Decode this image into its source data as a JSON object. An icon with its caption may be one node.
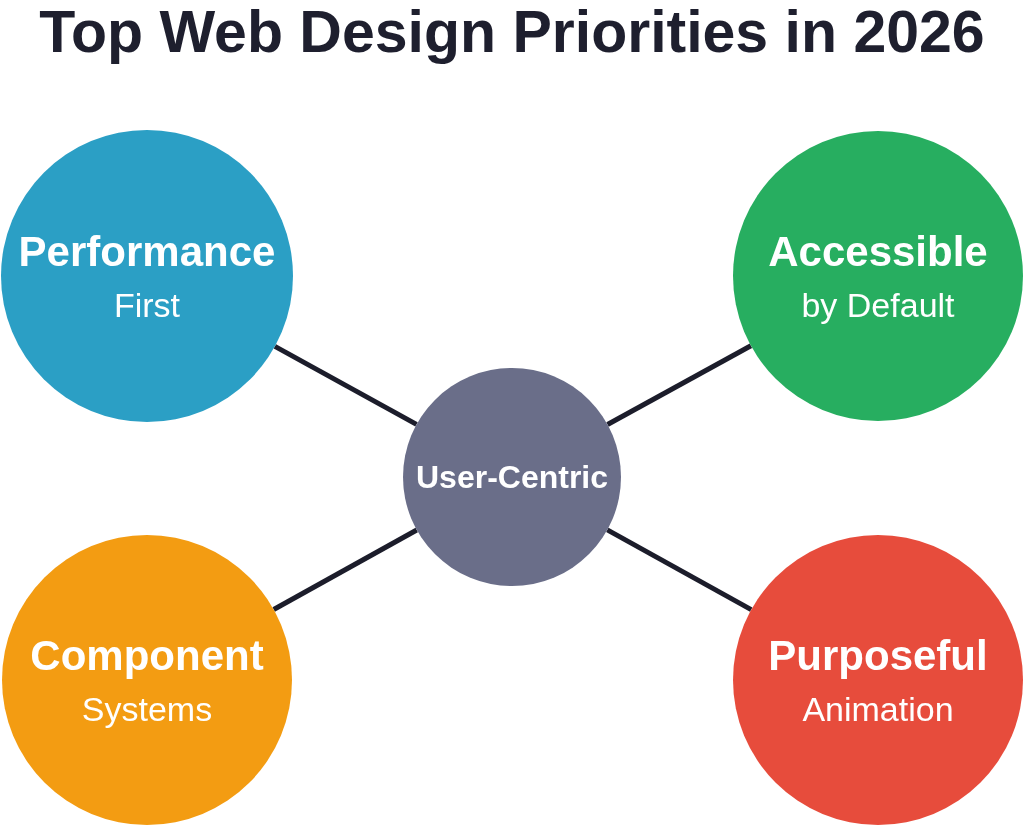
{
  "diagram": {
    "title": "Top Web Design Priorities in 2026",
    "nodes": [
      {
        "text": [
          "Performance",
          "First"
        ]
      },
      {
        "text": [
          "Accessible",
          "by Default"
        ]
      },
      {
        "text": [
          "User-Centric"
        ]
      },
      {
        "text": [
          "Component",
          "Systems"
        ]
      },
      {
        "text": [
          "Purposeful",
          "Animation"
        ]
      }
    ],
    "edges": [
      {
        "from": 2,
        "to": 0,
        "arrow": "none"
      },
      {
        "from": 2,
        "to": 1,
        "arrow": "none"
      },
      {
        "from": 2,
        "to": 3,
        "arrow": "none"
      },
      {
        "from": 2,
        "to": 4,
        "arrow": "none"
      }
    ]
  }
}
